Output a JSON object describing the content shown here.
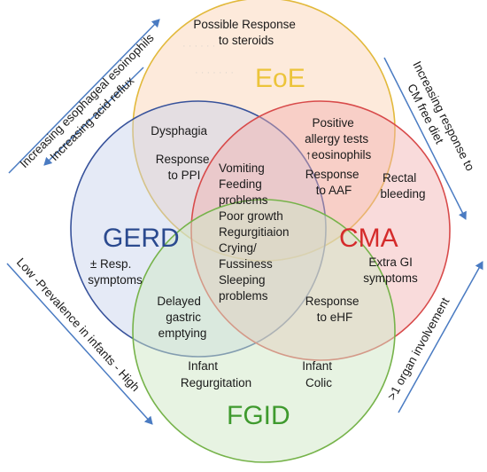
{
  "colors": {
    "eoe_fill": "#fbd9bd",
    "eoe_stroke": "#e2b93b",
    "eoe_title": "#ecc43a",
    "gerd_fill": "#d6dced",
    "gerd_stroke": "#37529b",
    "gerd_title": "#2b4a8f",
    "cma_fill": "#f2b9b9",
    "cma_stroke": "#d84a4a",
    "cma_title": "#d52b2b",
    "fgid_fill": "#cfe8c5",
    "fgid_stroke": "#76b34a",
    "fgid_title": "#3f9a2e",
    "arrow": "#4a7bc2"
  },
  "circles": {
    "eoe_title": "EoE",
    "gerd_title": "GERD",
    "cma_title": "CMA",
    "fgid_title": "FGID"
  },
  "labels": {
    "eoe_only": [
      "Possible Response",
      "to steroids"
    ],
    "eoe_gerd": [
      "Dysphagia",
      "Response",
      "to PPI"
    ],
    "eoe_cma": [
      "Positive",
      "allergy tests",
      "↑eosinophils",
      "Response",
      "to AAF"
    ],
    "cma_rectal": [
      "Rectal",
      "bleeding"
    ],
    "center": [
      "Vomiting",
      "Feeding",
      "problems",
      "Poor growth",
      "Regurgitiaion",
      "Crying/",
      "Fussiness",
      "Sleeping",
      "problems"
    ],
    "gerd_only": [
      "± Resp.",
      "symptoms"
    ],
    "cma_extra": [
      "Extra GI",
      "symptoms"
    ],
    "gerd_fgid": [
      "Delayed",
      "gastric",
      "emptying"
    ],
    "cma_fgid": [
      "Response",
      "to eHF"
    ],
    "fgid_regurg": [
      "Infant",
      "Regurgitation"
    ],
    "fgid_colic": [
      "Infant",
      "Colic"
    ]
  },
  "arrows": {
    "top_left_1": "Increasing esophageal esoinophils",
    "top_left_2": "Increasing acid reflux",
    "bottom_left": "Low -Prevalence in infants - High",
    "top_right": [
      "Increasing response to",
      "CM free diet"
    ],
    "bottom_right": ">1 organ involvement"
  }
}
